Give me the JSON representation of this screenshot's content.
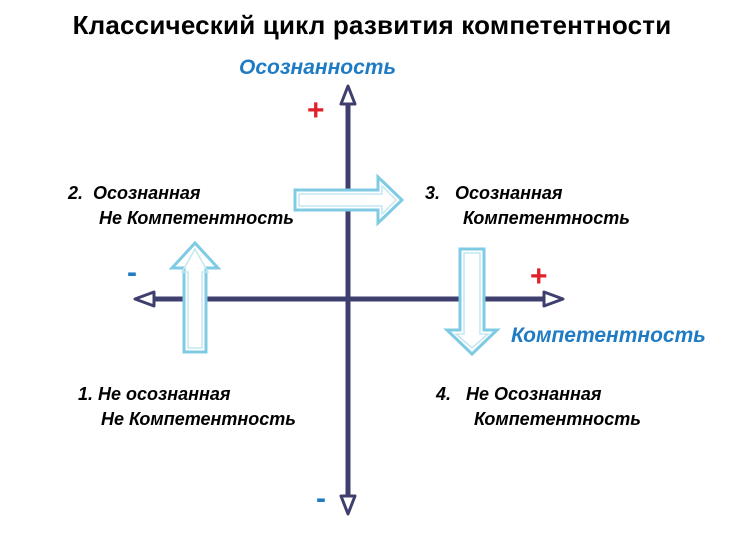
{
  "title": "Классический цикл развития компетентности",
  "axes": {
    "y_label": "Осознанность",
    "x_label": "Компетентность",
    "y_positive_sign": "+",
    "y_negative_sign": "-",
    "x_positive_sign": "+",
    "x_negative_sign": "-"
  },
  "quadrants": [
    {
      "number": "1.",
      "line1": "Не осознанная",
      "line2": "Не Компетентность"
    },
    {
      "number": "2.",
      "line1": "Осознанная",
      "line2": "Не Компетентность"
    },
    {
      "number": "3.",
      "line1": "Осознанная",
      "line2": "Компетентность"
    },
    {
      "number": "4.",
      "line1": "Не Осознанная",
      "line2": "Компетентность"
    }
  ],
  "colors": {
    "axis": "#3f3f6f",
    "arrow_stroke": "#7ecbe3",
    "label_blue": "#1f7bc4",
    "plus_red": "#e0202a"
  },
  "icons": {
    "transition_arrows": [
      "up-arrow-icon",
      "right-arrow-icon",
      "down-arrow-icon"
    ]
  }
}
